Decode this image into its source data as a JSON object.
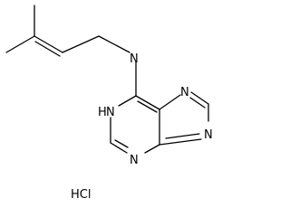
{
  "molecule": {
    "labels": {
      "amine": "N",
      "ring_nh": "H",
      "ring_n1": "N",
      "n7": "N",
      "n9": "N",
      "n3": "N",
      "hcl": "HCl"
    }
  }
}
